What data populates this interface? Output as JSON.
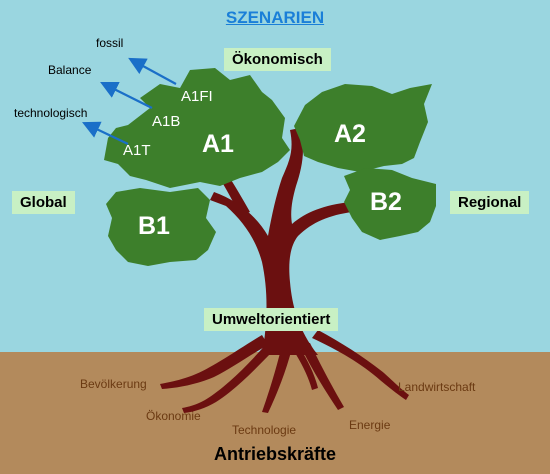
{
  "title": "SZENARIEN",
  "axes": {
    "top": "Ökonomisch",
    "bottom": "Umweltorientiert",
    "left": "Global",
    "right": "Regional"
  },
  "scenarios": {
    "a1": "A1",
    "a2": "A2",
    "b1": "B1",
    "b2": "B2",
    "a1fi": "A1FI",
    "a1b": "A1B",
    "a1t": "A1T"
  },
  "branch_labels": {
    "a1fi": "fossil",
    "a1b": "Balance",
    "a1t": "technologisch"
  },
  "roots": [
    "Bevölkerung",
    "Ökonomie",
    "Technologie",
    "Energie",
    "Landwirtschaft"
  ],
  "footer": "Antriebskräfte",
  "colors": {
    "sky": "#9ad6e0",
    "ground": "#b38a5c",
    "foliage": "#3d7f2b",
    "trunk": "#6b1010",
    "label_box": "#c8f0c4",
    "title": "#1a7fd8",
    "arrow": "#1a6fc8",
    "root_label": "#6b3a12"
  }
}
